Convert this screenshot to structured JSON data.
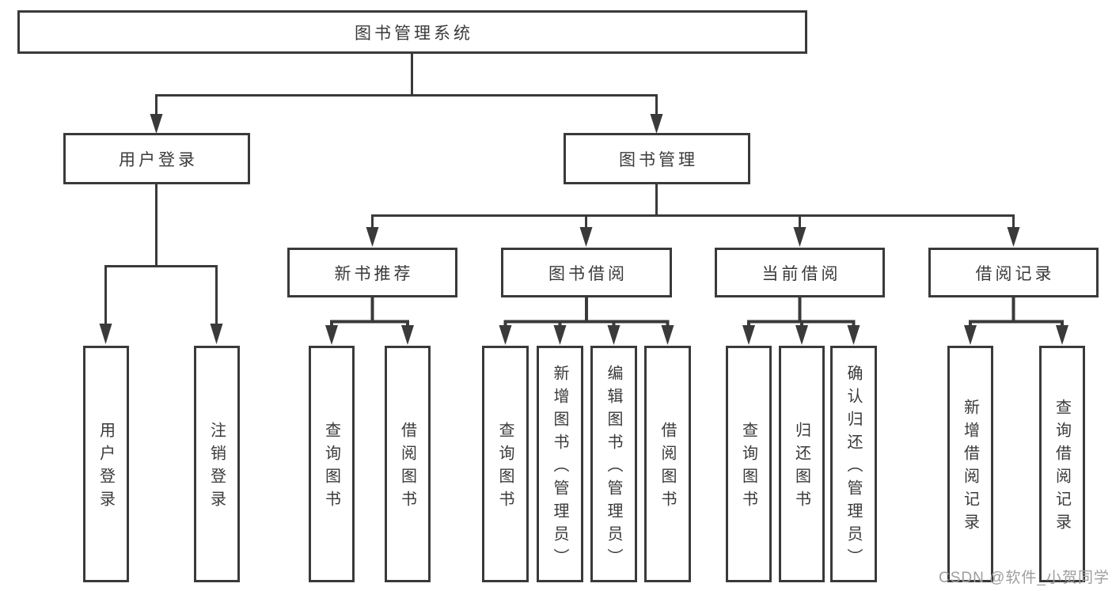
{
  "nodes": {
    "root": "图书管理系统",
    "level2": [
      {
        "label": "用户登录"
      },
      {
        "label": "图书管理"
      }
    ],
    "level3": [
      {
        "label": "新书推荐"
      },
      {
        "label": "图书借阅"
      },
      {
        "label": "当前借阅"
      },
      {
        "label": "借阅记录"
      }
    ],
    "leaves": {
      "user_login": [
        "用户登录",
        "注销登录"
      ],
      "new_books": [
        "查询图书",
        "借阅图书"
      ],
      "book_borrow": [
        "查询图书",
        "新增图书（管理员）",
        "编辑图书（管理员）",
        "借阅图书"
      ],
      "current_borrow": [
        "查询图书",
        "归还图书",
        "确认归还（管理员）"
      ],
      "borrow_records": [
        "新增借阅记录",
        "查询借阅记录"
      ]
    }
  },
  "watermark": {
    "text": "CSDN @软件_小贺同学"
  },
  "colors": {
    "line": "#3a3a3a",
    "text": "#3a3a3a",
    "watermark": "#9e9e9e",
    "background": "#ffffff"
  }
}
